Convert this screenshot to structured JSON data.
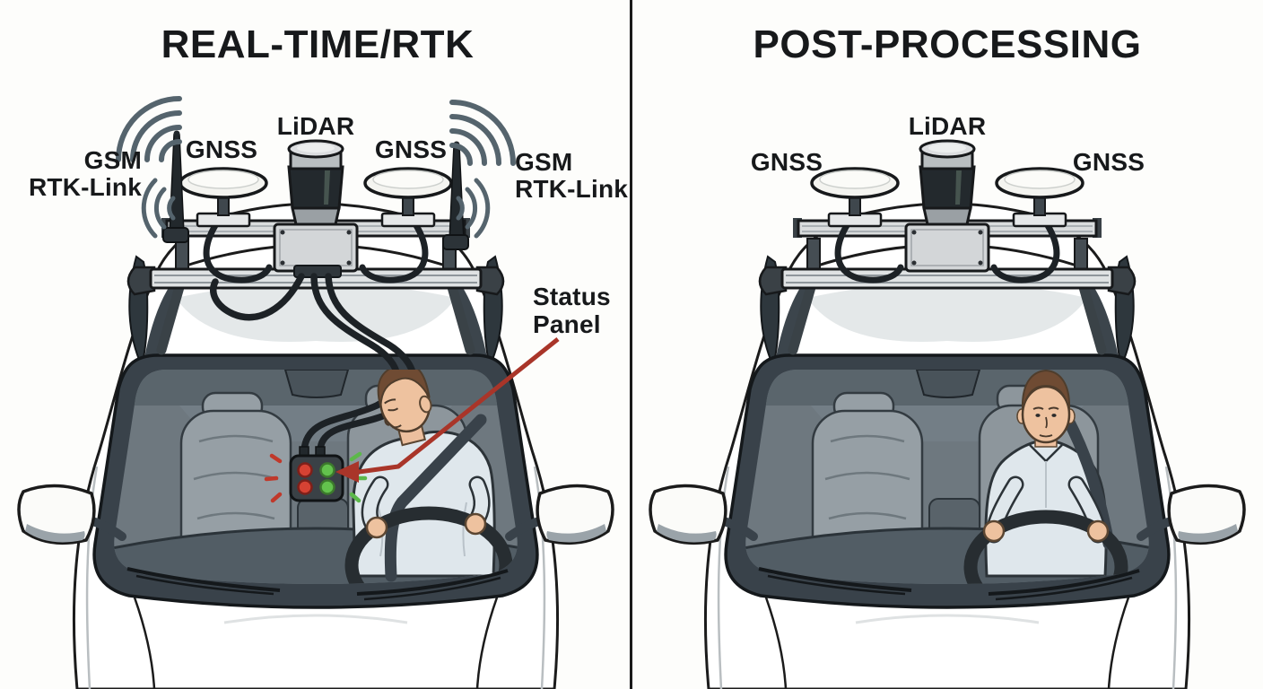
{
  "left_panel": {
    "title": "REAL-TIME/RTK",
    "labels": {
      "gsm_left": {
        "line1": "GSM",
        "line2": "RTK-Link"
      },
      "gnss_left": "GNSS",
      "lidar": "LiDAR",
      "gnss_right": "GNSS",
      "gsm_right": {
        "line1": "GSM",
        "line2": "RTK-Link"
      },
      "status_panel": {
        "line1": "Status",
        "line2": "Panel"
      }
    }
  },
  "right_panel": {
    "title": "POST-PROCESSING",
    "labels": {
      "gnss_left": "GNSS",
      "lidar": "LiDAR",
      "gnss_right": "GNSS"
    }
  },
  "colors": {
    "signal_arc": "#55646d",
    "callout_red": "#a93529",
    "led_red": "#d64233",
    "led_green": "#63c24d",
    "marker_red": "#c0392b",
    "marker_green": "#5cb84a",
    "line_art": "#1b1b1b"
  }
}
